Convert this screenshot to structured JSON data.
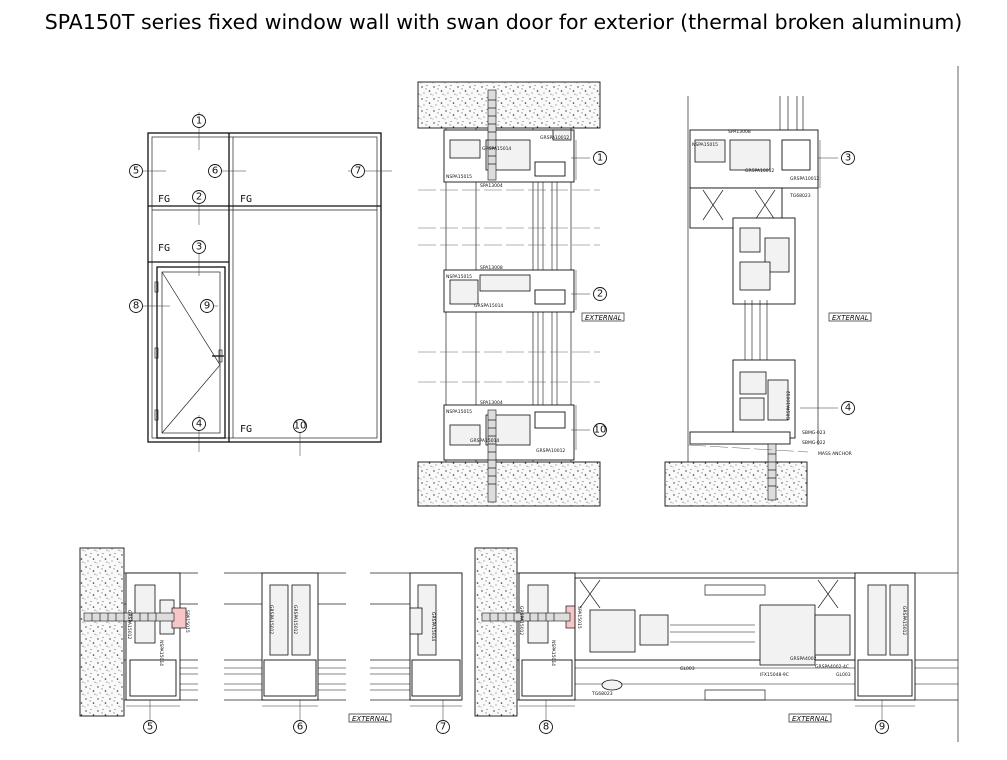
{
  "title": "SPA150T series fixed window wall with swan door for exterior (thermal broken aluminum)",
  "elevation": {
    "markers": [
      "1",
      "5",
      "6",
      "7",
      "2",
      "3",
      "8",
      "9",
      "4",
      "10"
    ],
    "fg_labels": [
      "FG",
      "FG",
      "FG",
      "FG"
    ]
  },
  "vertical_section_window": {
    "markers": [
      "1",
      "2",
      "10"
    ],
    "profile_labels": [
      "GRSPA10012",
      "GRSPA15014",
      "NSPA15015",
      "SPA13004",
      "SPA13008",
      "NSPA15015",
      "GRSPA15014",
      "SPA13004",
      "NSPA15015",
      "GRSPA15014",
      "GRSPA10012"
    ],
    "external_label": "EXTERNAL"
  },
  "vertical_section_door": {
    "markers": [
      "3",
      "4"
    ],
    "profile_labels": [
      "SPA13008",
      "NSPA15015",
      "GRSPA10012",
      "GRSPA10012",
      "TG68023",
      "GRSPA10012",
      "SBMG-023",
      "SBMG-022",
      "MASS ANCHOR"
    ],
    "external_label": "EXTERNAL"
  },
  "horizontal_section_window": {
    "markers": [
      "5",
      "6",
      "7"
    ],
    "profile_labels": [
      "SPA15015",
      "GRSPA15012",
      "NSPA15014",
      "GRSPA15012",
      "GRSPA15012",
      "GRSPA15014"
    ],
    "external_label": "EXTERNAL"
  },
  "horizontal_section_door": {
    "markers": [
      "8",
      "9"
    ],
    "profile_labels": [
      "SPA15015",
      "GRSPA15012",
      "NSPA15014",
      "TG68023",
      "GRSPA4002",
      "GRSPA4002-4C",
      "IFX15048-9C",
      "GL003",
      "GL003",
      "GRSPA15012"
    ],
    "external_label": "EXTERNAL"
  }
}
